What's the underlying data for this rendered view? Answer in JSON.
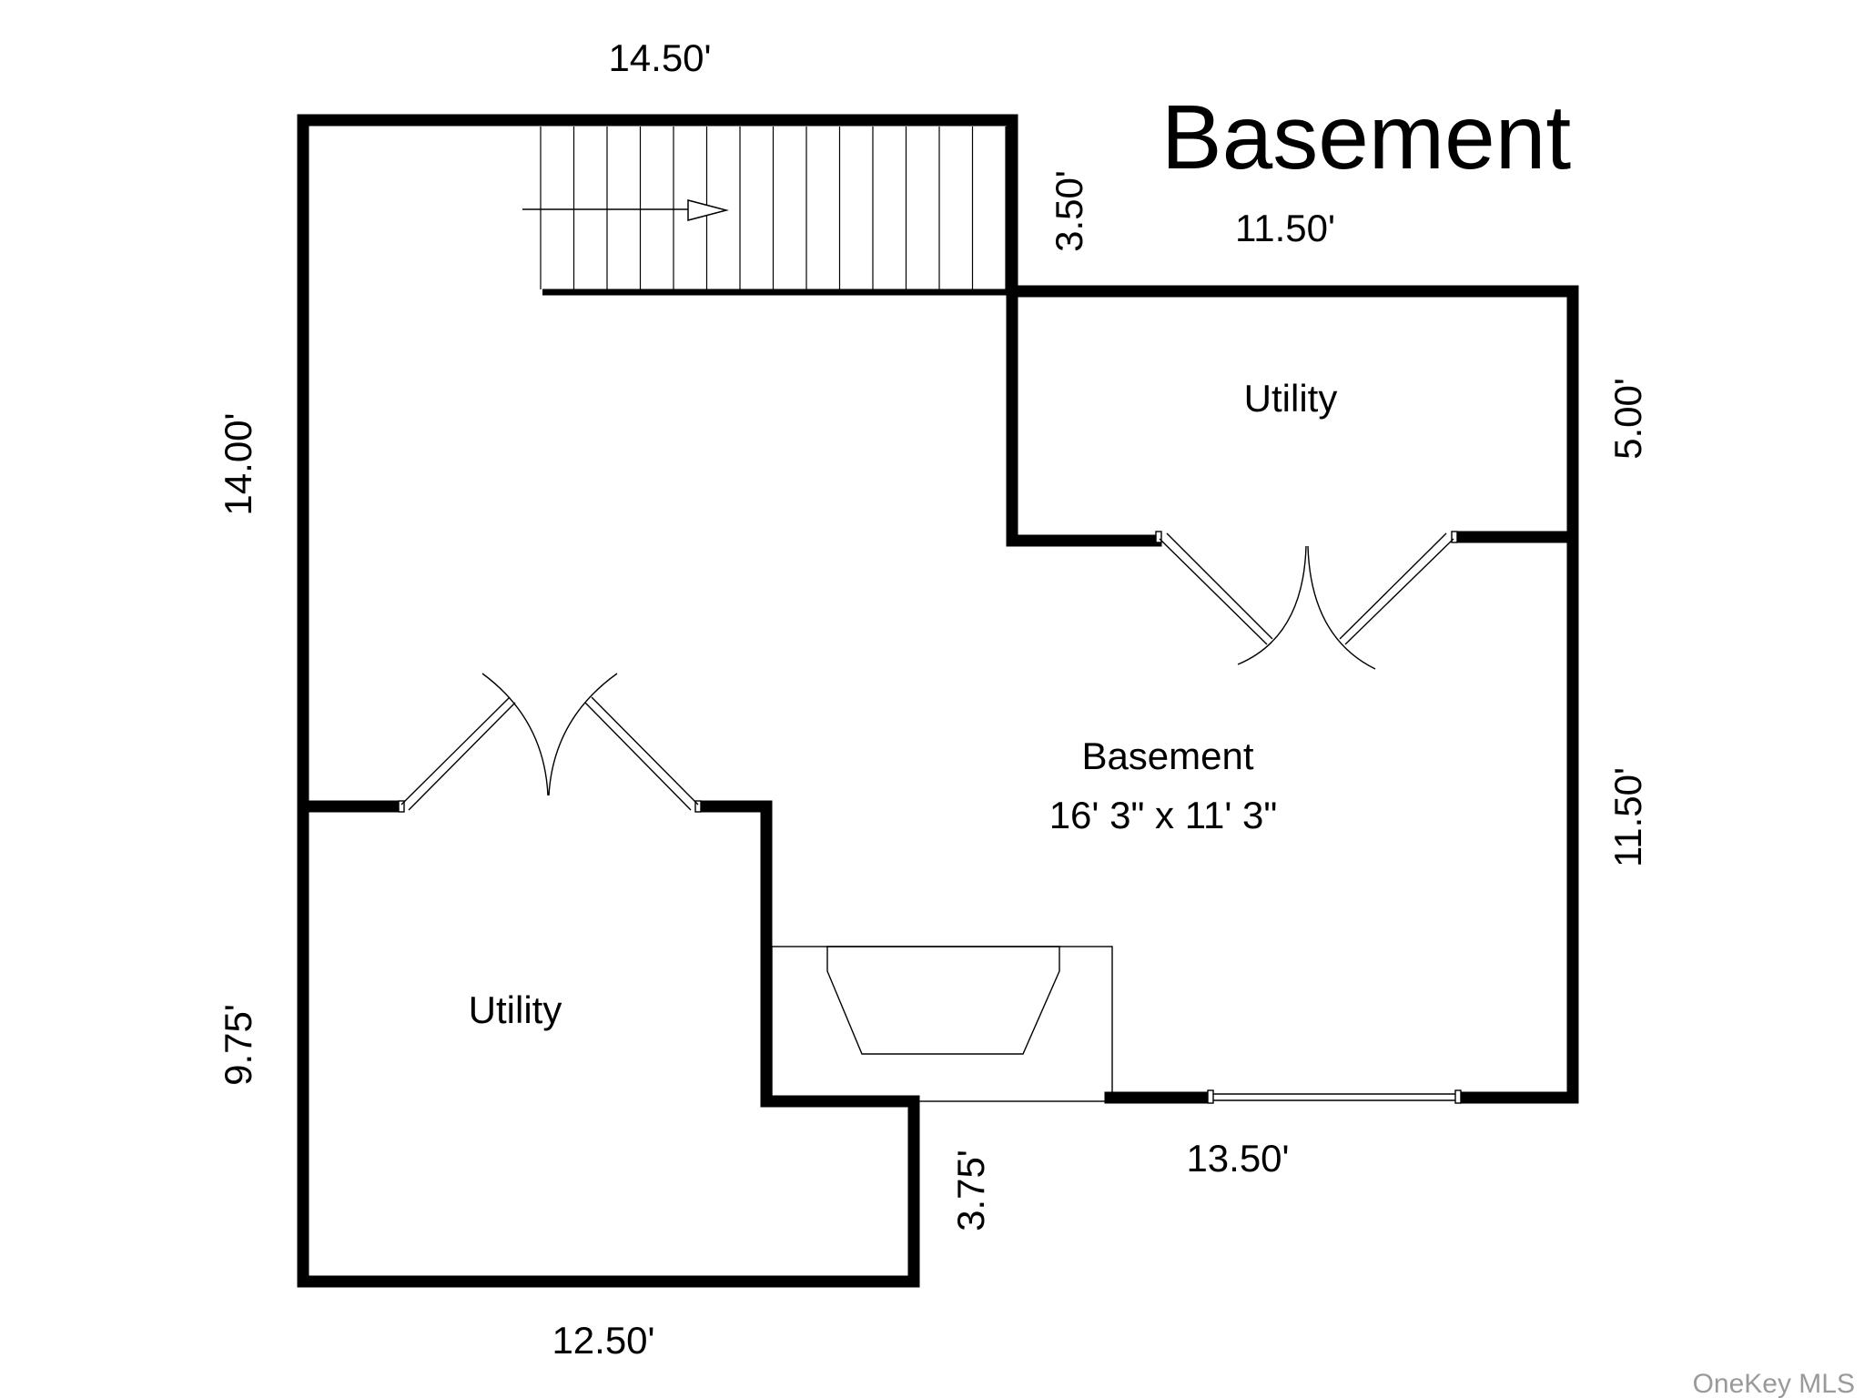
{
  "title": "Basement",
  "watermark": "OneKey MLS",
  "rooms": {
    "main": {
      "name": "Basement",
      "size": "16' 3\" x 11' 3\""
    },
    "utility_upper": {
      "name": "Utility"
    },
    "utility_lower": {
      "name": "Utility"
    }
  },
  "dimensions": {
    "top": "14.50'",
    "step_vertical": "3.50'",
    "upper_utility_width": "11.50'",
    "upper_utility_height": "5.00'",
    "left_upper": "14.00'",
    "right_lower": "11.50'",
    "left_lower": "9.75'",
    "bottom_right": "13.50'",
    "bottom_step": "3.75'",
    "bottom_left": "12.50'"
  },
  "colors": {
    "wall": "#000000",
    "background": "#ffffff",
    "watermark": "#9a9a9a"
  }
}
